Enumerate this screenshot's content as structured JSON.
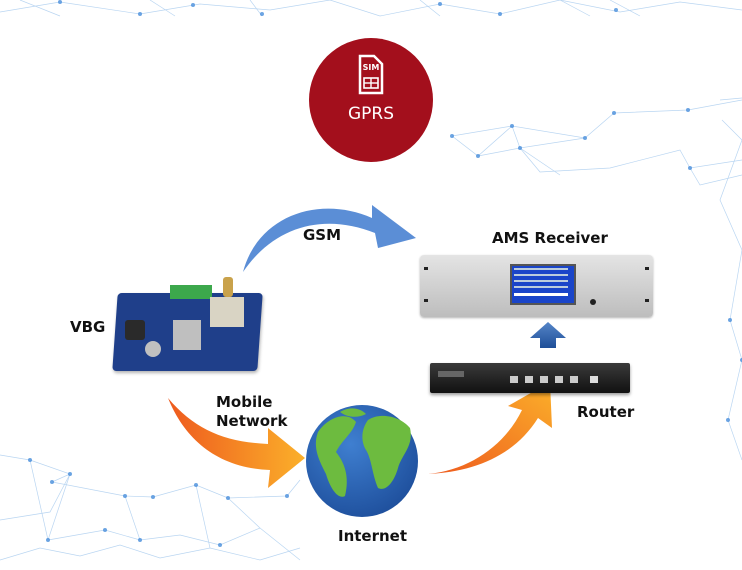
{
  "diagram": {
    "badge": {
      "sim_text": "SIM",
      "label": "GPRS",
      "color": "#a30f1c"
    },
    "nodes": {
      "vbg": {
        "label": "VBG"
      },
      "ams_receiver": {
        "label": "AMS Receiver"
      },
      "router": {
        "label": "Router"
      },
      "internet": {
        "label": "Internet"
      }
    },
    "edges": {
      "gsm": {
        "label": "GSM",
        "from": "VBG",
        "to": "AMS Receiver",
        "color": "#5b8ed6"
      },
      "mobile_network": {
        "label_line1": "Mobile",
        "label_line2": "Network",
        "from": "VBG",
        "to": "Internet"
      },
      "internet_router": {
        "from": "Internet",
        "to": "Router"
      },
      "router_receiver": {
        "from": "Router",
        "to": "AMS Receiver",
        "color": "#2e5fa8"
      }
    }
  }
}
